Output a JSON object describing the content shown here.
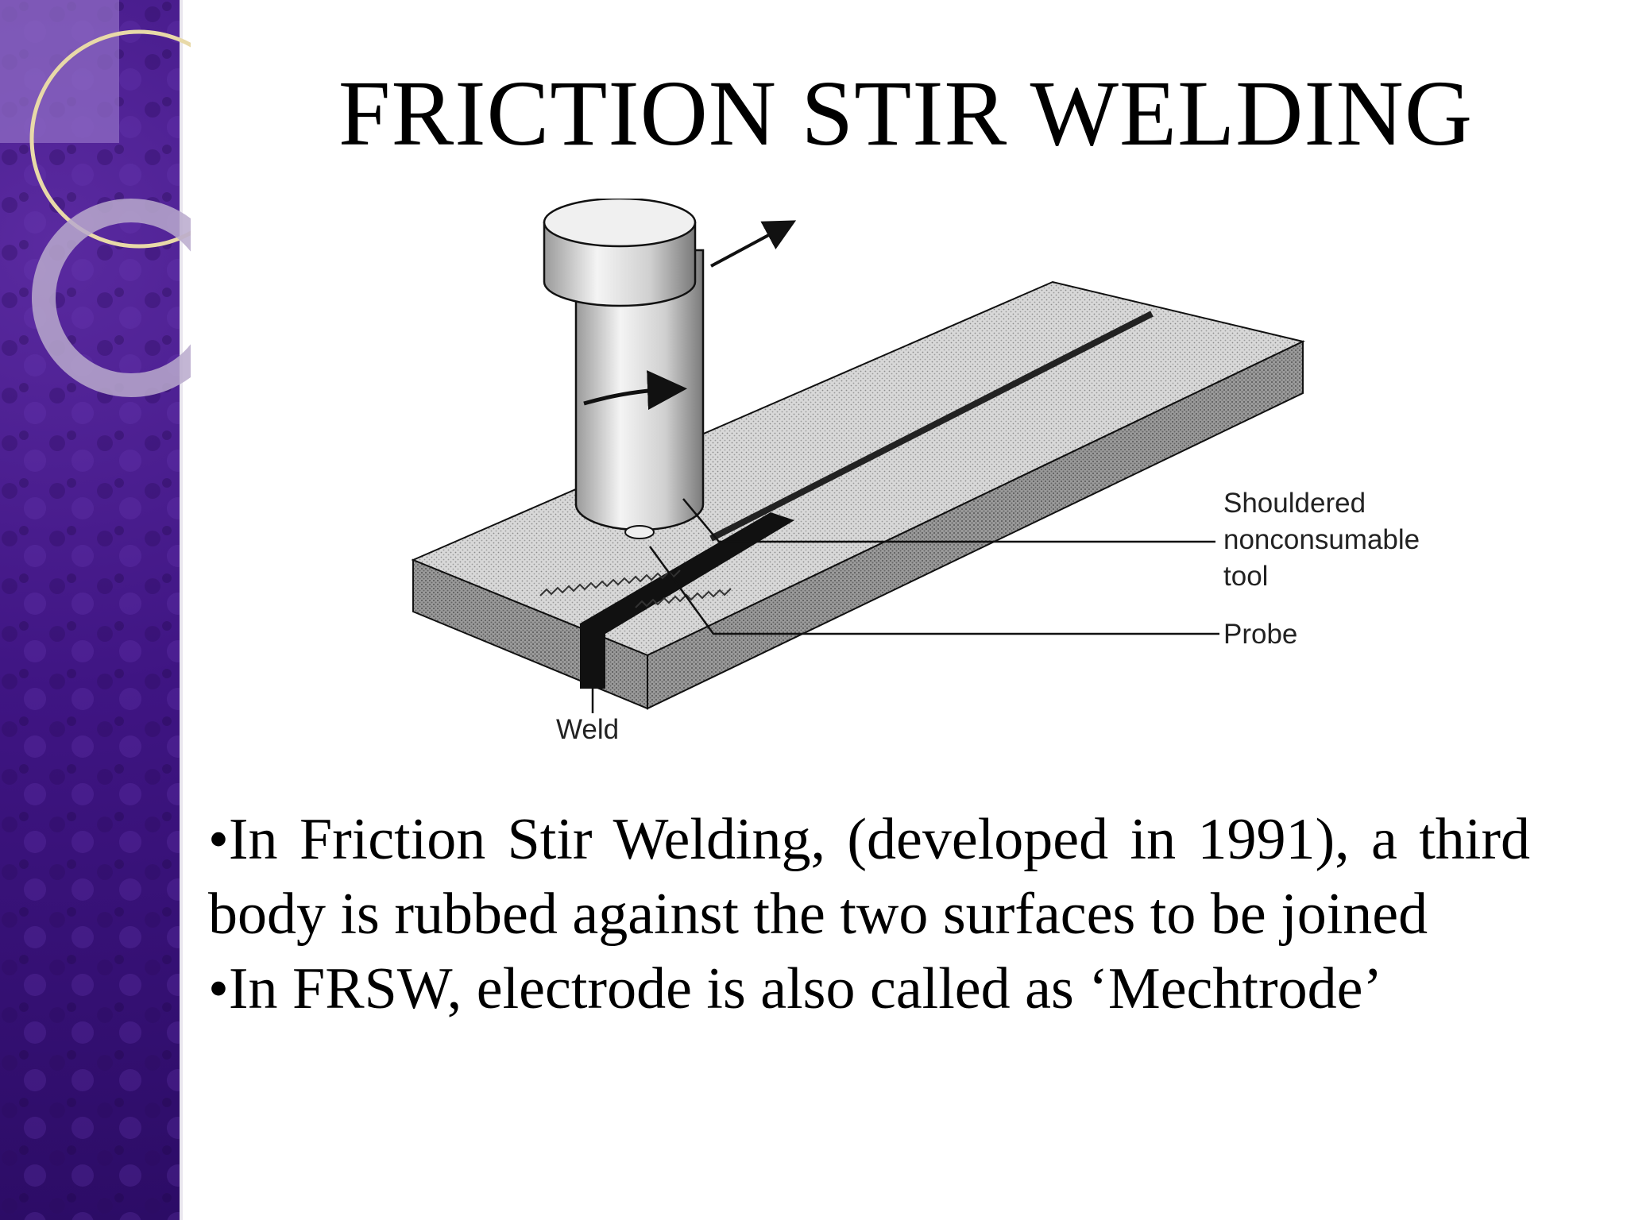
{
  "slide": {
    "title": "FRICTION STIR WELDING",
    "diagram_labels": {
      "tool": "Shouldered nonconsumable tool",
      "probe": "Probe",
      "weld": "Weld"
    },
    "bullets": [
      "•In Friction Stir Welding, (developed in 1991), a third body is rubbed against the two surfaces to be joined",
      "•In FRSW, electrode is also called as ‘Mechtrode’"
    ]
  },
  "colors": {
    "sidebar": "#3f1583",
    "text": "#000000",
    "background": "#ffffff"
  }
}
